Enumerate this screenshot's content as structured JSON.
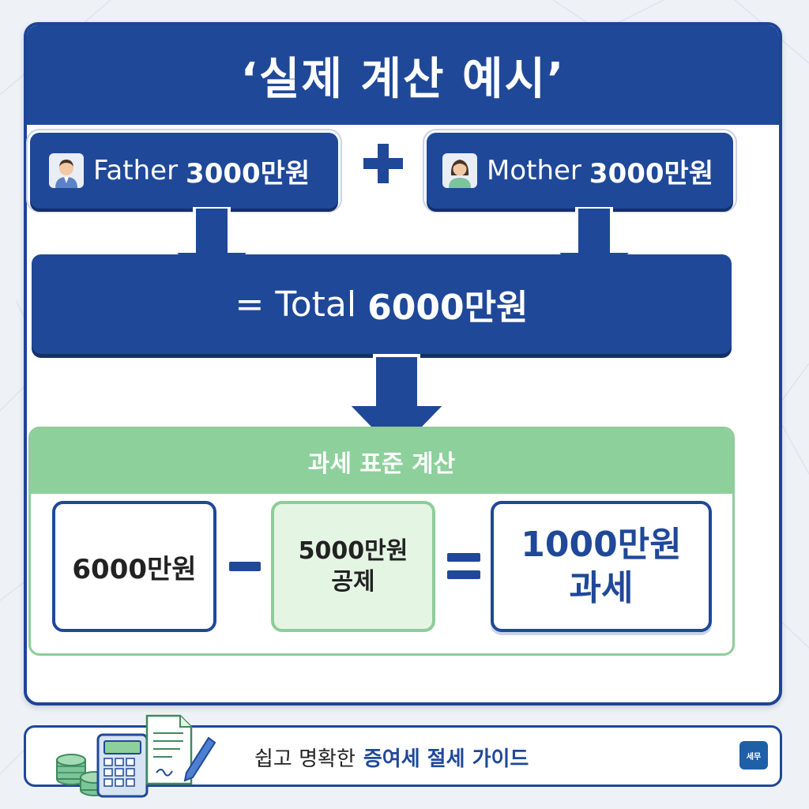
{
  "title": "‘실제 계산 예시’",
  "parents": {
    "father": {
      "name": "Father",
      "amount": "3000만원"
    },
    "mother": {
      "name": "Mother",
      "amount": "3000만원"
    }
  },
  "total": {
    "prefix": "=",
    "label": "Total",
    "amount": "6000만원"
  },
  "tax_base": {
    "title": "과세 표준 계산",
    "gift_amount": "6000만원",
    "deduction": {
      "amount": "5000만원",
      "label": "공제"
    },
    "result": {
      "amount": "1000만원",
      "label": "과세"
    }
  },
  "footer": {
    "text_plain": "쉽고 명확한",
    "text_strong": "증여세 절세 가이드",
    "logo_text": "세무"
  },
  "colors": {
    "navy": "#1f4898",
    "green": "#8dd09b",
    "light_green": "#e4f5e4"
  },
  "icons": [
    "man-avatar-icon",
    "woman-avatar-icon",
    "plus-icon",
    "arrow-down-icon",
    "minus-icon",
    "equals-icon",
    "calculator-icon",
    "coins-icon",
    "document-icon",
    "pen-icon",
    "logo-icon"
  ]
}
